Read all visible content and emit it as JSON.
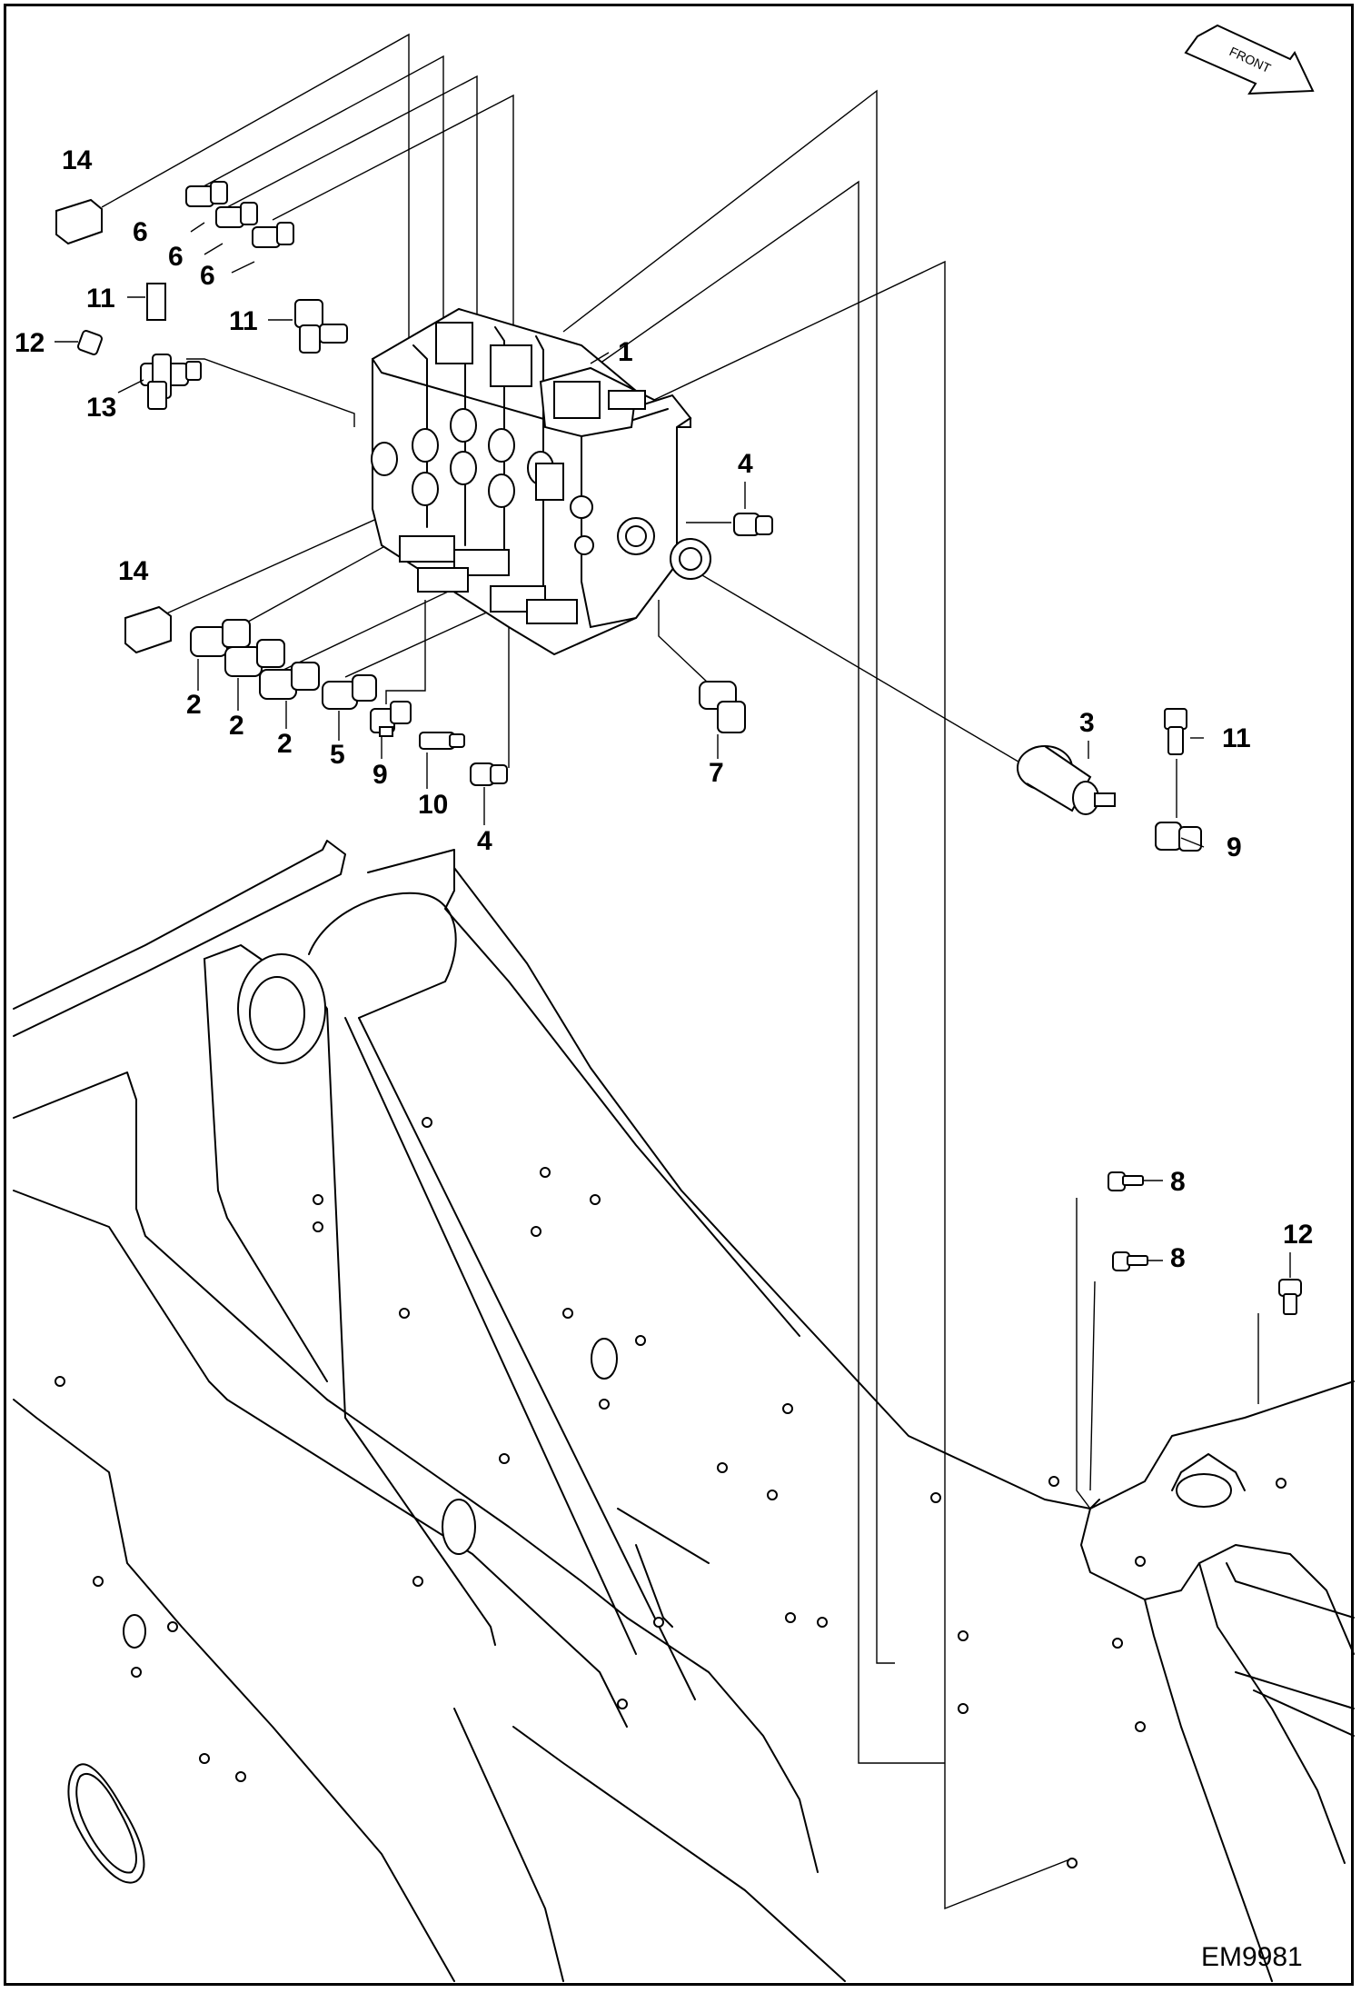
{
  "figure_code": "EM9981",
  "orientation": {
    "label": "FRONT"
  },
  "callouts": [
    {
      "id": "c1",
      "text": "1"
    },
    {
      "id": "c2a",
      "text": "2"
    },
    {
      "id": "c2b",
      "text": "2"
    },
    {
      "id": "c2c",
      "text": "2"
    },
    {
      "id": "c3",
      "text": "3"
    },
    {
      "id": "c4a",
      "text": "4"
    },
    {
      "id": "c4b",
      "text": "4"
    },
    {
      "id": "c5",
      "text": "5"
    },
    {
      "id": "c6a",
      "text": "6"
    },
    {
      "id": "c6b",
      "text": "6"
    },
    {
      "id": "c6c",
      "text": "6"
    },
    {
      "id": "c7",
      "text": "7"
    },
    {
      "id": "c8a",
      "text": "8"
    },
    {
      "id": "c8b",
      "text": "8"
    },
    {
      "id": "c9a",
      "text": "9"
    },
    {
      "id": "c9b",
      "text": "9"
    },
    {
      "id": "c10",
      "text": "10"
    },
    {
      "id": "c11a",
      "text": "11"
    },
    {
      "id": "c11b",
      "text": "11"
    },
    {
      "id": "c11c",
      "text": "11"
    },
    {
      "id": "c12a",
      "text": "12"
    },
    {
      "id": "c12b",
      "text": "12"
    },
    {
      "id": "c13",
      "text": "13"
    },
    {
      "id": "c14a",
      "text": "14"
    },
    {
      "id": "c14b",
      "text": "14"
    }
  ]
}
